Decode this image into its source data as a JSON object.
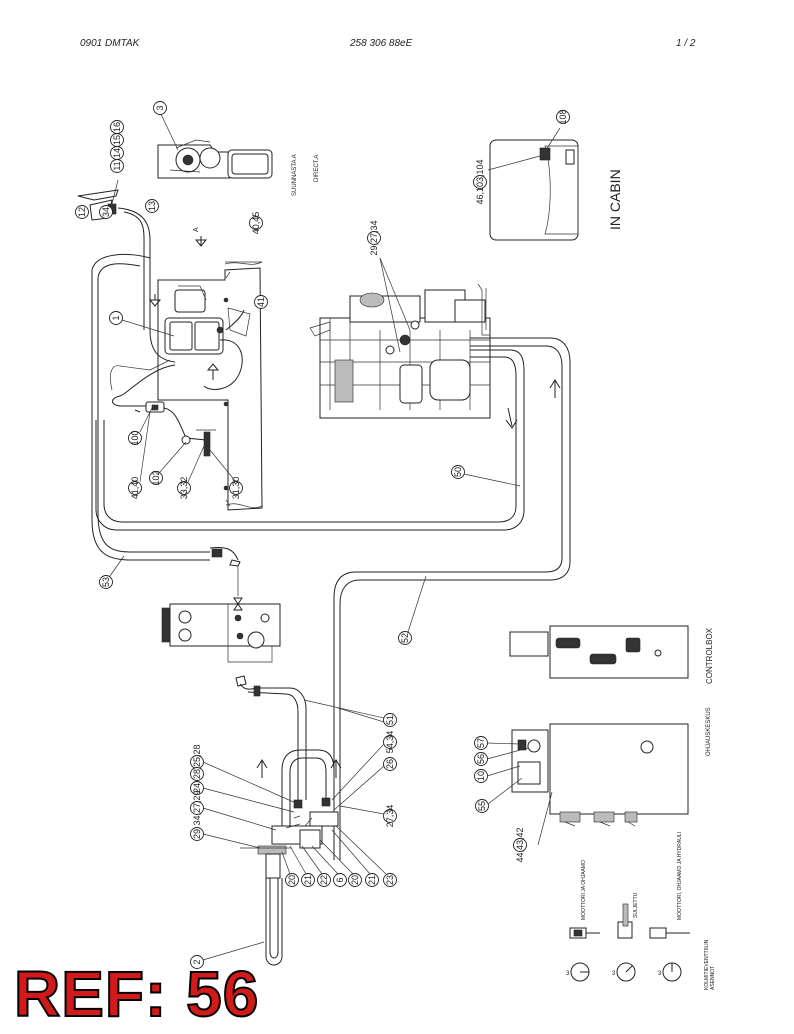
{
  "header": {
    "left": "0901  DMTAK",
    "center": "258 306 88eE",
    "right": "1 /  2"
  },
  "labels": {
    "in_cabin": "IN CABIN",
    "control_box": "CONTROLBOX",
    "ohjauskeskus": "OHJAUSKESKUS",
    "suunnasta": "SUUNNASTA  A",
    "direct": "DIRECT.A",
    "view_a": "A",
    "moottori_ohjaamo": "MOOTTORI JA OHJAAMO",
    "suljettu": "SULJETTU",
    "moottori_hydrauli": "MOOTTORI, OHJAAMO JA HYDRAULI",
    "kolmitieventtiili": "KOLMITIEVENTTIILIN",
    "asennot": "ASENNOT"
  },
  "callouts": {
    "c3": "3",
    "c16": "16",
    "c15": "15",
    "c14": "14",
    "c11": "11",
    "c12": "12",
    "c34a": "34",
    "c13": "13",
    "c40_45": "40,45",
    "c41": "41",
    "c1": "1",
    "c100": "100",
    "c102": "102",
    "c41_40": "41,40",
    "c33_32": "33,32",
    "c31_30": "31,30",
    "c29_27_34": "29,27,34",
    "c50": "50",
    "c53": "53",
    "c52": "52",
    "c51": "51",
    "c108": "108",
    "c46_103_104": "46,103,104",
    "c57": "57",
    "c56": "56",
    "c10": "10",
    "c55": "55",
    "c44_43_42": "44,43,42",
    "c54_34": "54,34",
    "c26": "26",
    "c27_34r": "27,34",
    "c23": "23",
    "c21r": "21",
    "c20r": "20",
    "c6": "6",
    "c22": "22",
    "c21": "21",
    "c20": "20",
    "c2": "2",
    "c34_25_28": "34,25,28",
    "c24": "24",
    "c34_27_29": "34,27,29",
    "c29b": "29",
    "c28": "28"
  },
  "ref_stamp": "REF: 56"
}
